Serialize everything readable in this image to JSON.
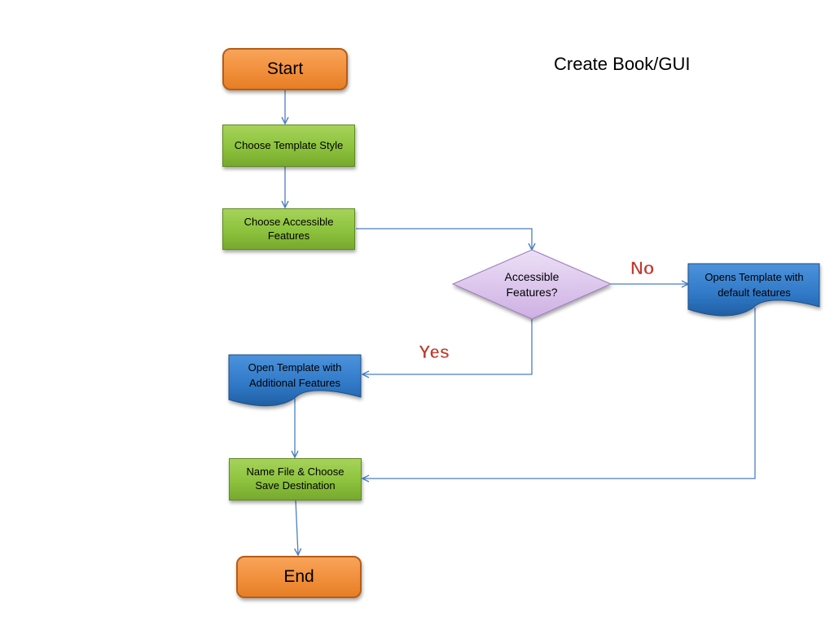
{
  "title": "Create Book/GUI",
  "nodes": {
    "start": "Start",
    "choose_template": "Choose Template Style",
    "choose_features": "Choose Accessible Features",
    "decision": "Accessible Features?",
    "opens_default": "Opens Template with default features",
    "open_additional": "Open Template with Additional Features",
    "name_file": "Name File & Choose Save Destination",
    "end": "End"
  },
  "edge_labels": {
    "no": "No",
    "yes": "Yes"
  },
  "colors": {
    "terminal": "#f18f3b",
    "process": "#8cc23d",
    "decision": "#d9c2ea",
    "document": "#2f78c6",
    "connector": "#4a7fc1",
    "edge_label": "#c0392b"
  }
}
